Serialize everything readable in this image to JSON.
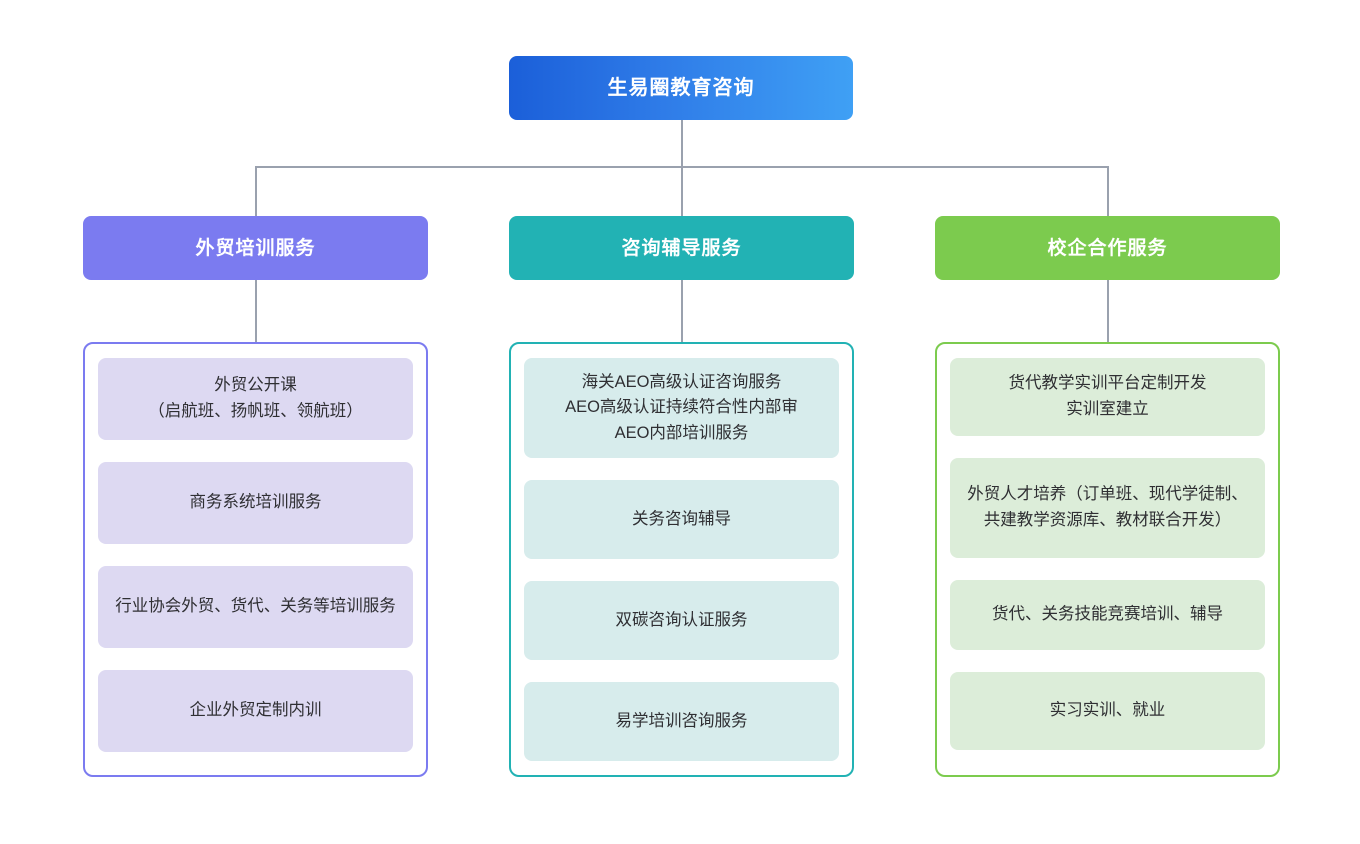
{
  "diagram": {
    "type": "organizational-tree",
    "root": {
      "label": "生易圈教育咨询",
      "color": "#2f7ce8"
    },
    "connector_color": "#9aa1ae",
    "branches": [
      {
        "label": "外贸培训服务",
        "header_color": "#7b7bf0",
        "item_color": "#ddd9f2",
        "border_color": "#7b7bf0",
        "items": [
          "外贸公开课\n（启航班、扬帆班、领航班）",
          "商务系统培训服务",
          "行业协会外贸、货代、关务等培训服务",
          "企业外贸定制内训"
        ]
      },
      {
        "label": "咨询辅导服务",
        "header_color": "#22b2b4",
        "item_color": "#d7ecec",
        "border_color": "#22b2b4",
        "items": [
          "海关AEO高级认证咨询服务\nAEO高级认证持续符合性内部审\nAEO内部培训服务",
          "关务咨询辅导",
          "双碳咨询认证服务",
          "易学培训咨询服务"
        ]
      },
      {
        "label": "校企合作服务",
        "header_color": "#7ccb4e",
        "item_color": "#dcedd9",
        "border_color": "#7ccb4e",
        "items": [
          "货代教学实训平台定制开发\n实训室建立",
          "外贸人才培养（订单班、现代学徒制、共建教学资源库、教材联合开发）",
          "货代、关务技能竞赛培训、辅导",
          "实习实训、就业"
        ]
      }
    ]
  }
}
